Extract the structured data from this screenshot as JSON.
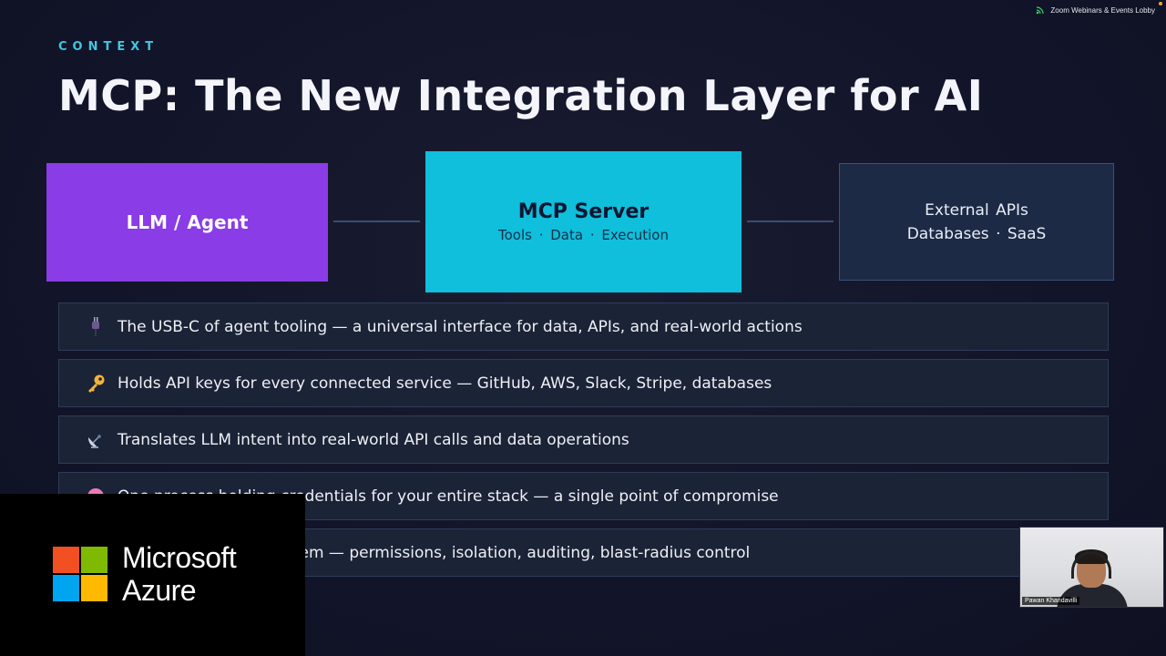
{
  "topbar": {
    "app_label": "Zoom Webinars & Events Lobby"
  },
  "slide": {
    "eyebrow": "CONTEXT",
    "title": "MCP: The New Integration Layer for AI",
    "diagram": {
      "llm": {
        "label": "LLM / Agent"
      },
      "mcp": {
        "label": "MCP Server",
        "sub": "Tools · Data · Execution"
      },
      "external": {
        "line1": "External APIs",
        "line2": "Databases · SaaS"
      }
    },
    "rows": [
      {
        "icon": "plug-icon",
        "text": "The USB-C of agent tooling — a universal interface for data, APIs, and real-world actions"
      },
      {
        "icon": "key-icon",
        "text": "Holds API keys for every connected service — GitHub, AWS, Slack, Stripe, databases"
      },
      {
        "icon": "satellite-dish-icon",
        "text": "Translates LLM intent into real-world API calls and data operations"
      },
      {
        "icon": "pink-circle-icon",
        "text": "One process holding credentials for your entire stack — a single point of compromise"
      },
      {
        "icon": "shield-icon",
        "text": "MCP is a capability system — permissions, isolation, auditing, blast-radius control"
      }
    ]
  },
  "brand": {
    "line1": "Microsoft",
    "line2": "Azure",
    "colors": [
      "#f25022",
      "#7fba00",
      "#00a4ef",
      "#ffb900"
    ]
  },
  "video": {
    "participant_name": "Pawan Khandavilli"
  }
}
